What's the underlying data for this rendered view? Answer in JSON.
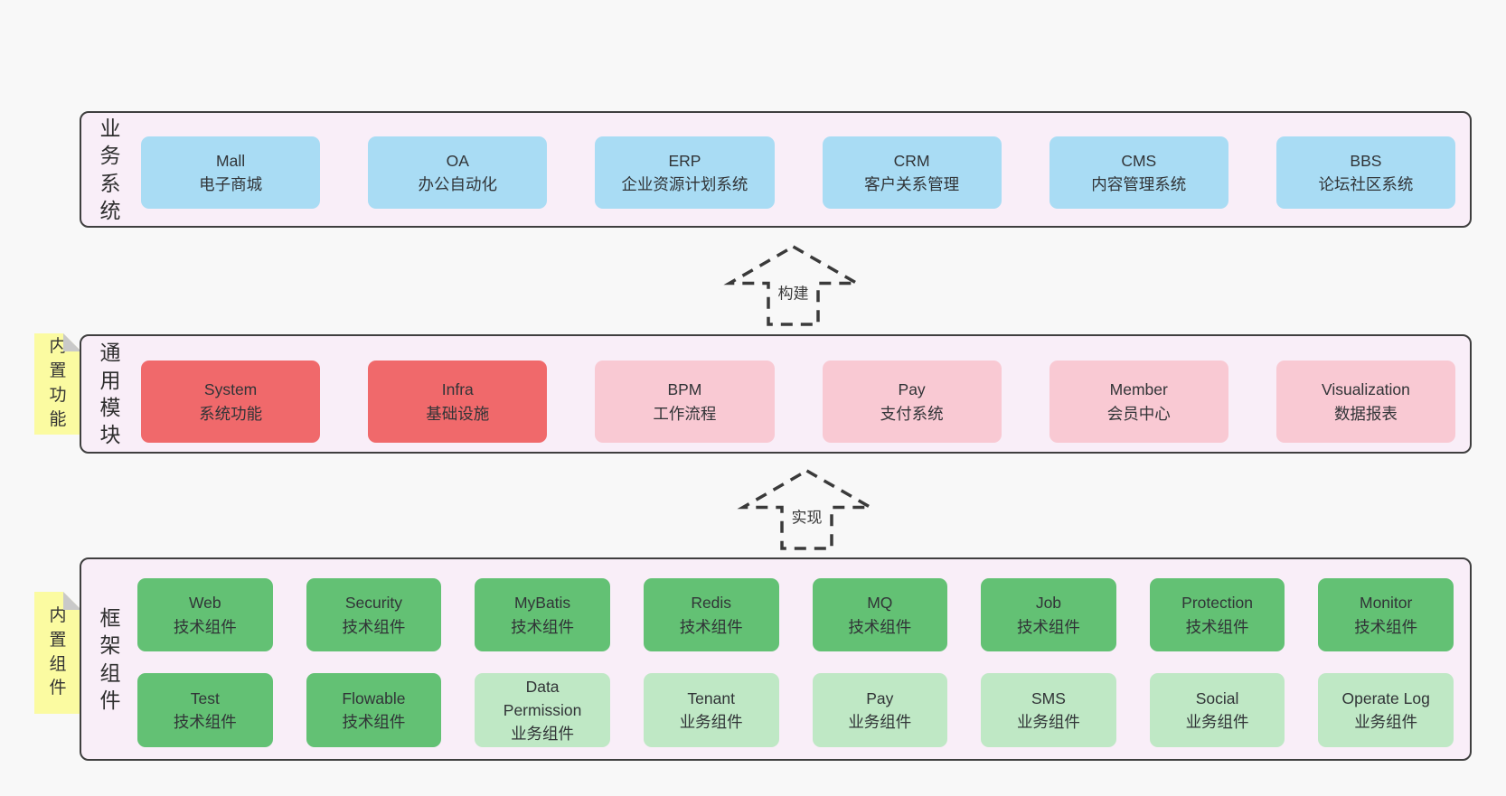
{
  "colors": {
    "page_background": "#f8f8f8",
    "panel_background": "#f9eef8",
    "panel_border": "#3f3f3f",
    "box_blue": "#a9dcf4",
    "box_red": "#f0696b",
    "box_pink": "#f9c9d3",
    "box_green_dark": "#63c174",
    "box_green_light": "#bfe8c5",
    "sticky_yellow": "#fbfba1",
    "sticky_fold_gray": "#c9c9c9",
    "arrow_dash": "#3a3a3a",
    "text": "#313437"
  },
  "arrows": [
    {
      "label": "构建"
    },
    {
      "label": "实现"
    }
  ],
  "sections": {
    "business": {
      "label": "业务系统",
      "items": [
        {
          "title": "Mall",
          "subtitle": "电子商城",
          "variant": "blue"
        },
        {
          "title": "OA",
          "subtitle": "办公自动化",
          "variant": "blue"
        },
        {
          "title": "ERP",
          "subtitle": "企业资源计划系统",
          "variant": "blue"
        },
        {
          "title": "CRM",
          "subtitle": "客户关系管理",
          "variant": "blue"
        },
        {
          "title": "CMS",
          "subtitle": "内容管理系统",
          "variant": "blue"
        },
        {
          "title": "BBS",
          "subtitle": "论坛社区系统",
          "variant": "blue"
        }
      ]
    },
    "modules": {
      "label": "通用模块",
      "sticky_note": "内置功能",
      "items": [
        {
          "title": "System",
          "subtitle": "系统功能",
          "variant": "red"
        },
        {
          "title": "Infra",
          "subtitle": "基础设施",
          "variant": "red"
        },
        {
          "title": "BPM",
          "subtitle": "工作流程",
          "variant": "pink"
        },
        {
          "title": "Pay",
          "subtitle": "支付系统",
          "variant": "pink"
        },
        {
          "title": "Member",
          "subtitle": "会员中心",
          "variant": "pink"
        },
        {
          "title": "Visualization",
          "subtitle": "数据报表",
          "variant": "pink"
        }
      ]
    },
    "framework": {
      "label": "框架组件",
      "sticky_note": "内置组件",
      "row1": [
        {
          "title": "Web",
          "subtitle": "技术组件",
          "variant": "green-dark"
        },
        {
          "title": "Security",
          "subtitle": "技术组件",
          "variant": "green-dark"
        },
        {
          "title": "MyBatis",
          "subtitle": "技术组件",
          "variant": "green-dark"
        },
        {
          "title": "Redis",
          "subtitle": "技术组件",
          "variant": "green-dark"
        },
        {
          "title": "MQ",
          "subtitle": "技术组件",
          "variant": "green-dark"
        },
        {
          "title": "Job",
          "subtitle": "技术组件",
          "variant": "green-dark"
        },
        {
          "title": "Protection",
          "subtitle": "技术组件",
          "variant": "green-dark"
        },
        {
          "title": "Monitor",
          "subtitle": "技术组件",
          "variant": "green-dark"
        }
      ],
      "row2": [
        {
          "title": "Test",
          "subtitle": "技术组件",
          "variant": "green-dark"
        },
        {
          "title": "Flowable",
          "subtitle": "技术组件",
          "variant": "green-dark"
        },
        {
          "title": "Data Permission",
          "subtitle": "业务组件",
          "variant": "green-light"
        },
        {
          "title": "Tenant",
          "subtitle": "业务组件",
          "variant": "green-light"
        },
        {
          "title": "Pay",
          "subtitle": "业务组件",
          "variant": "green-light"
        },
        {
          "title": "SMS",
          "subtitle": "业务组件",
          "variant": "green-light"
        },
        {
          "title": "Social",
          "subtitle": "业务组件",
          "variant": "green-light"
        },
        {
          "title": "Operate Log",
          "subtitle": "业务组件",
          "variant": "green-light"
        }
      ]
    }
  }
}
